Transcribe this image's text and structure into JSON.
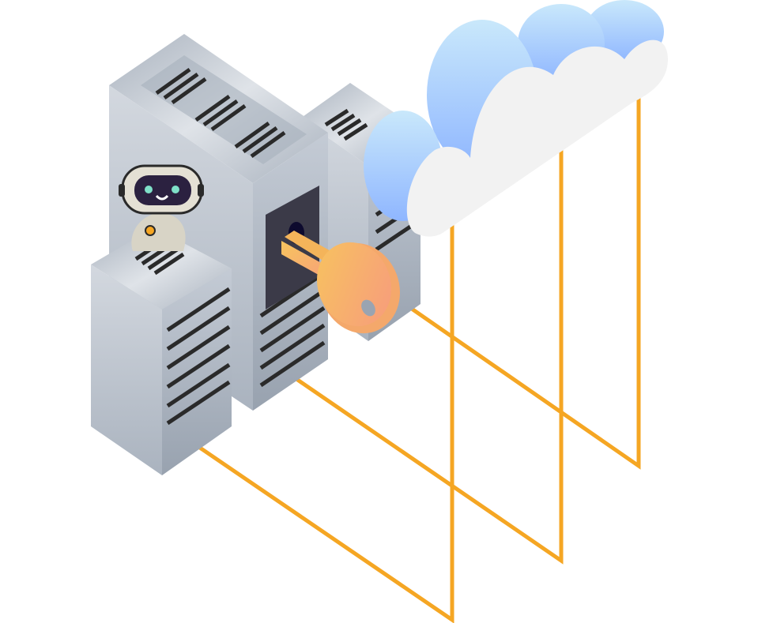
{
  "illustration": {
    "subject": [
      "server-rack",
      "robot",
      "key",
      "cloud",
      "connection-lines"
    ],
    "colors": {
      "background": "#ffffff",
      "connector": "#f5a623",
      "server_light": "#d4d9e0",
      "server_mid": "#b7bfca",
      "server_dark": "#9aa4b1",
      "vent": "#2a2a2a",
      "cloud_front": "#f2f2f2",
      "cloud_blue_top": "#c9e8fb",
      "cloud_blue_bottom": "#8fb6ff",
      "key_top": "#f7c45e",
      "key_bottom": "#f79a7e",
      "robot_visor": "#2b2140",
      "robot_eyes": "#7fe0c8"
    }
  }
}
